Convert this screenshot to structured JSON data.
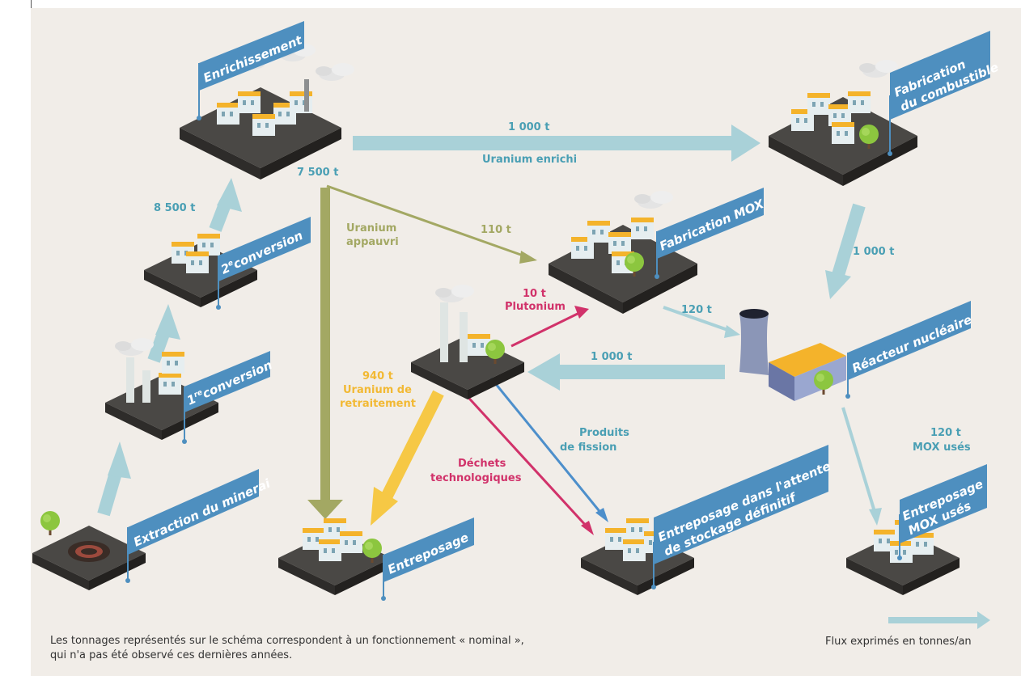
{
  "stations": {
    "extraction": "Extraction du minerai",
    "conversion1_sup": "re",
    "conversion1": "conversion",
    "conversion1_num": "1",
    "conversion2_num": "2",
    "conversion2_sup": "e",
    "conversion2": "conversion",
    "enrichissement": "Enrichissement",
    "fabrication_line1": "Fabrication",
    "fabrication_line2": "du combustible",
    "fabrication_mox": "Fabrication MOX",
    "reacteur": "Réacteur nucléaire",
    "entreposage": "Entreposage",
    "entreposage_attente_line1": "Entreposage dans l'attente",
    "entreposage_attente_line2": "de stockage définitif",
    "entreposage_mox_line1": "Entreposage",
    "entreposage_mox_line2": "MOX usés"
  },
  "flows": {
    "conv2_to_enrich": "8 500 t",
    "enrich_out": "7 500 t",
    "enriched_qty": "1 000 t",
    "enriched_name": "Uranium enrichi",
    "depleted_line1": "Uranium",
    "depleted_line2": "appauvri",
    "mox_input": "110 t",
    "fuel_to_reactor": "1 000 t",
    "mox_to_reactor": "120 t",
    "reactor_to_reprocessing": "1 000 t",
    "plutonium_qty": "10 t",
    "plutonium_name": "Plutonium",
    "reproc_uranium_qty": "940 t",
    "reproc_uranium_line1": "Uranium de",
    "reproc_uranium_line2": "retraitement",
    "fission_line1": "Produits",
    "fission_line2": "de fission",
    "waste_line1": "Déchets",
    "waste_line2": "technologiques",
    "spent_mox_qty": "120 t",
    "spent_mox_name": "MOX usés"
  },
  "footnote": {
    "line1": "Les tonnages représentés sur le schéma correspondent à un fonctionnement « nominal »,",
    "line2": "qui n'a pas été observé ces dernières années."
  },
  "legend": {
    "text": "Flux exprimés en tonnes/an"
  },
  "colors": {
    "panel": "#f1ede8",
    "flow_main": "#a9d1d8",
    "flow_depleted": "#a3a863",
    "flow_reprocessed": "#f6c845",
    "flow_plutonium": "#d1326a",
    "flow_fission": "#4d8fcb",
    "flag": "#4e8fbf",
    "platform_top": "#4a4845",
    "building_roof": "#f4b32b"
  }
}
